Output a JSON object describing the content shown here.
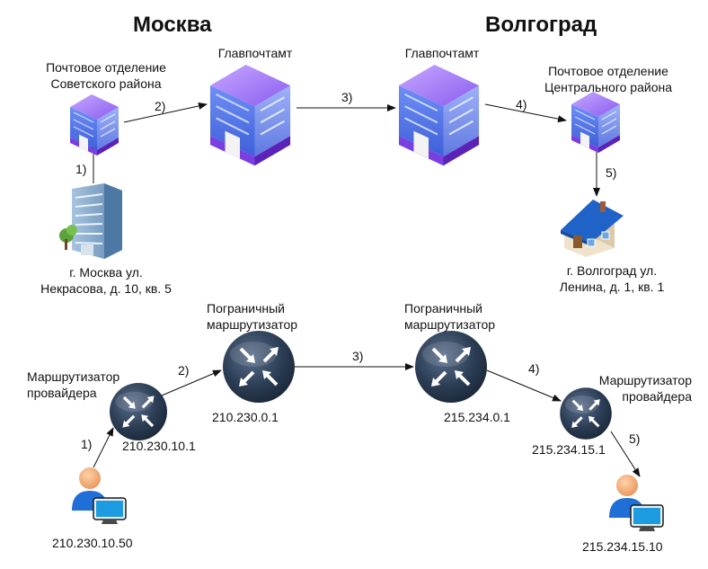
{
  "cities": {
    "left": "Москва",
    "right": "Волгоград"
  },
  "postal": {
    "office_sovetsky": [
      "Почтовое отделение",
      "Советского района"
    ],
    "gpo_moscow": "Главпочтамт",
    "gpo_volgograd": "Главпочтамт",
    "office_central": [
      "Почтовое отделение",
      "Центрального района"
    ],
    "sender_address": [
      "г. Москва ул.",
      "Некрасова, д. 10, кв. 5"
    ],
    "recipient_address": [
      "г. Волгоград ул.",
      "Ленина, д. 1, кв. 1"
    ],
    "steps": [
      "1)",
      "2)",
      "3)",
      "4)",
      "5)"
    ]
  },
  "network": {
    "provider_router_left": [
      "Маршрутизатор",
      "провайдера"
    ],
    "border_router_left": [
      "Пограничный",
      "маршрутизатор"
    ],
    "border_router_right": [
      "Пограничный",
      "маршрутизатор"
    ],
    "provider_router_right": [
      "Маршрутизатор",
      "провайдера"
    ],
    "ip_provider_left": "210.230.10.1",
    "ip_border_left": "210.230.0.1",
    "ip_border_right": "215.234.0.1",
    "ip_provider_right": "215.234.15.1",
    "ip_user_left": "210.230.10.50",
    "ip_user_right": "215.234.15.10",
    "steps": [
      "1)",
      "2)",
      "3)",
      "4)",
      "5)"
    ]
  },
  "colors": {
    "post_building": "#8a5cf0",
    "router": "#2c3e55",
    "house_roof": "#1f62c8",
    "user_shirt": "#1f6fd6",
    "monitor": "#1d9be0"
  },
  "icons": {
    "post_office": "post-office-building-icon",
    "gpo": "main-post-office-building-icon",
    "apartment": "apartment-building-icon",
    "house": "house-icon",
    "router": "router-icon",
    "user": "user-computer-icon"
  }
}
